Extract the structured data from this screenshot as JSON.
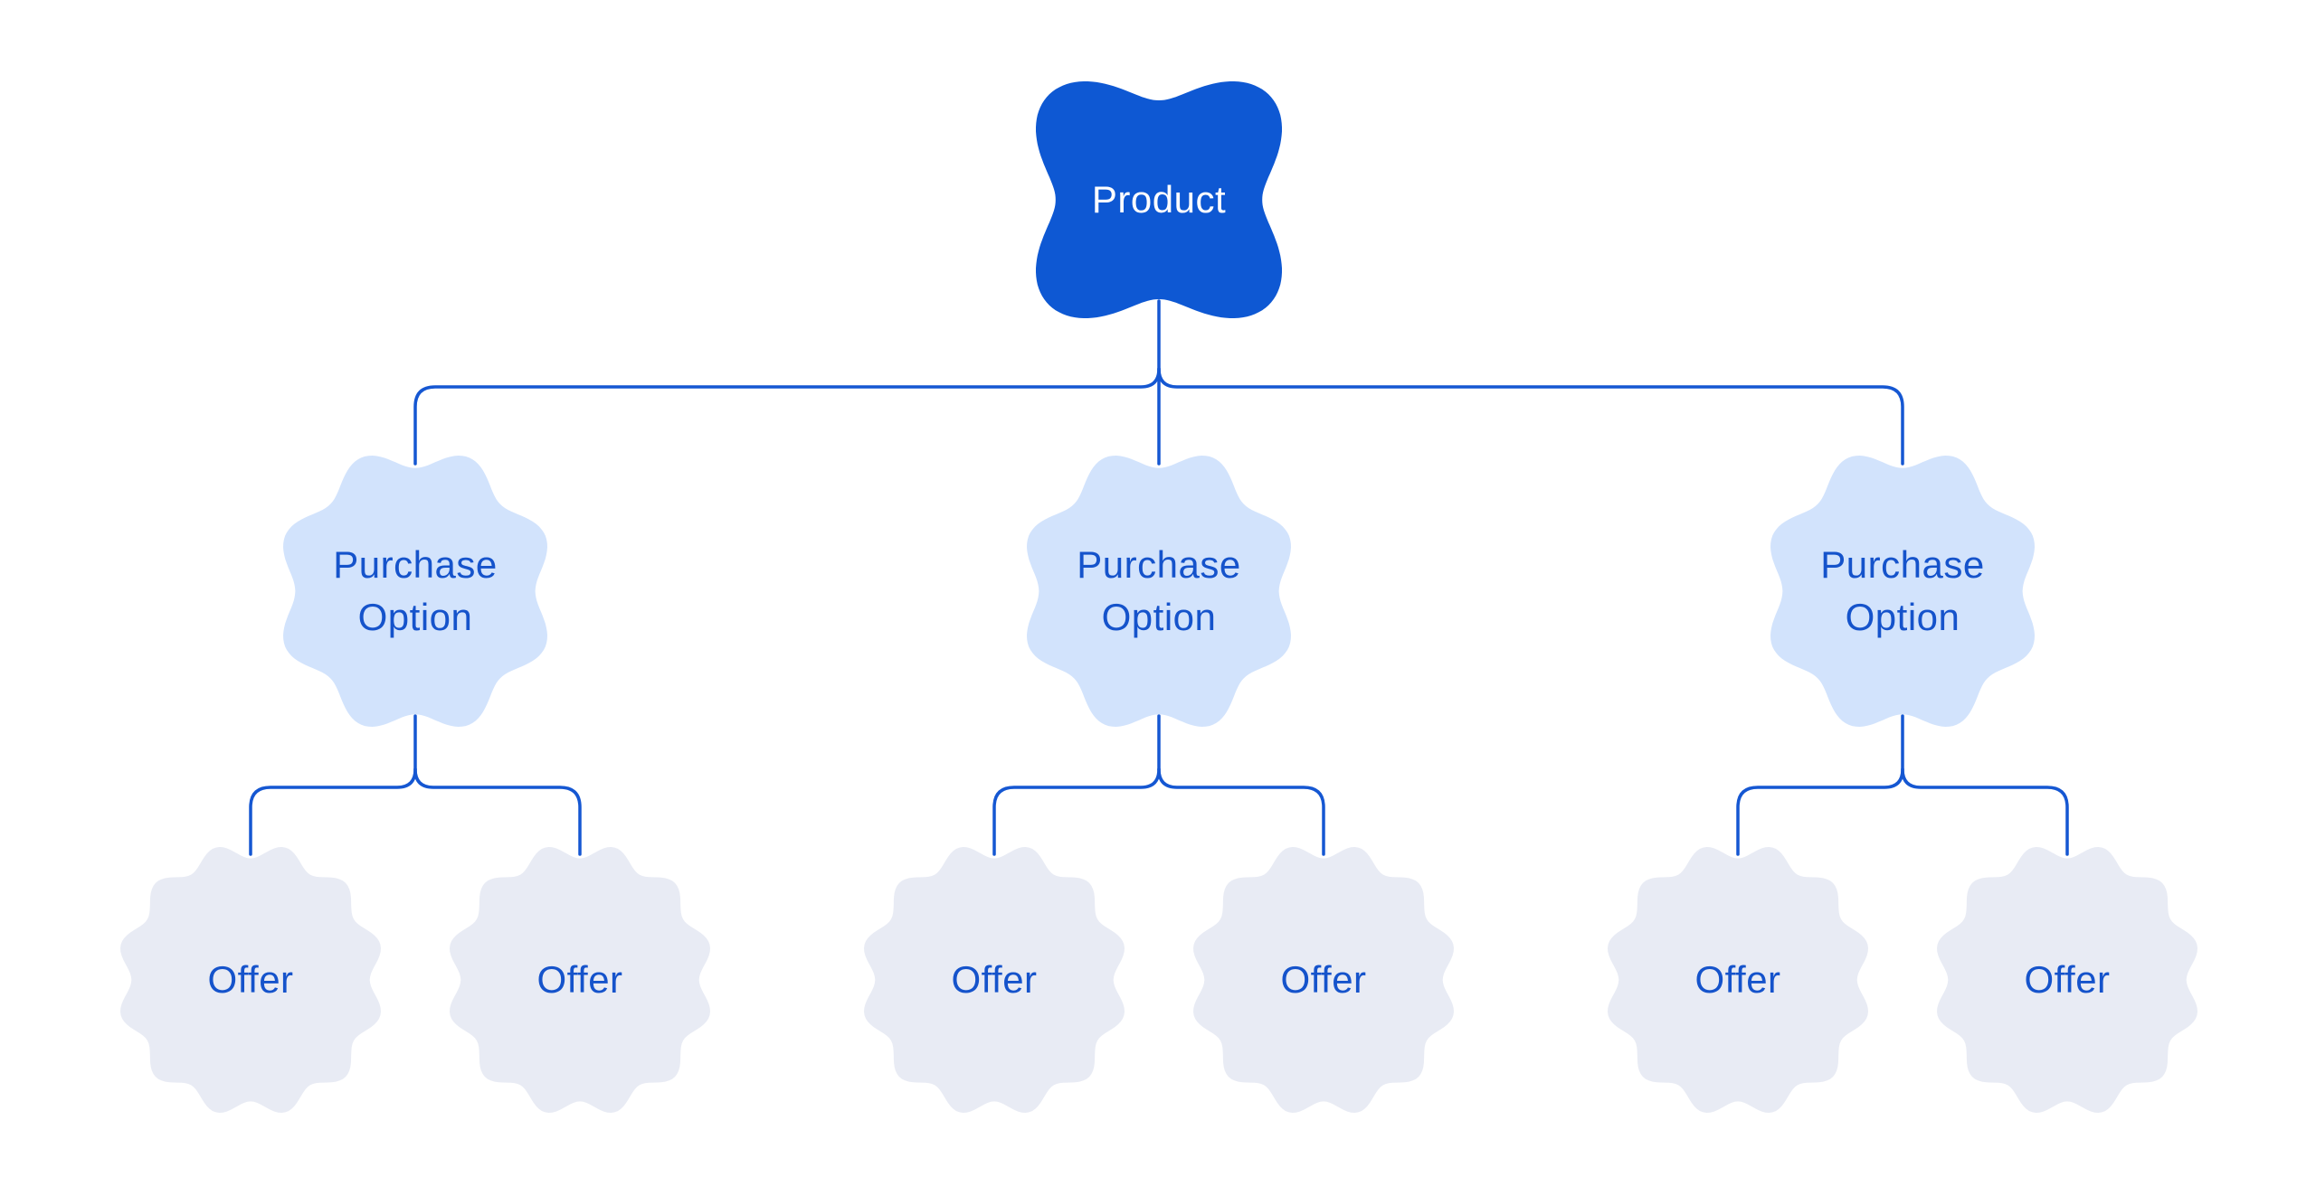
{
  "colors": {
    "product_fill": "#0e58d3",
    "po_fill": "#d2e3fc",
    "offer_fill": "#e8ebf4",
    "connector": "#1557d2",
    "node_text": "#1553cb",
    "product_text": "#ffffff",
    "bg": "#ffffff"
  },
  "diagram": {
    "type": "tree",
    "product": {
      "label": "Product"
    },
    "purchase_options": [
      {
        "label": "Purchase Option"
      },
      {
        "label": "Purchase Option"
      },
      {
        "label": "Purchase Option"
      }
    ],
    "offers": [
      {
        "label": "Offer"
      },
      {
        "label": "Offer"
      },
      {
        "label": "Offer"
      },
      {
        "label": "Offer"
      },
      {
        "label": "Offer"
      },
      {
        "label": "Offer"
      }
    ]
  }
}
